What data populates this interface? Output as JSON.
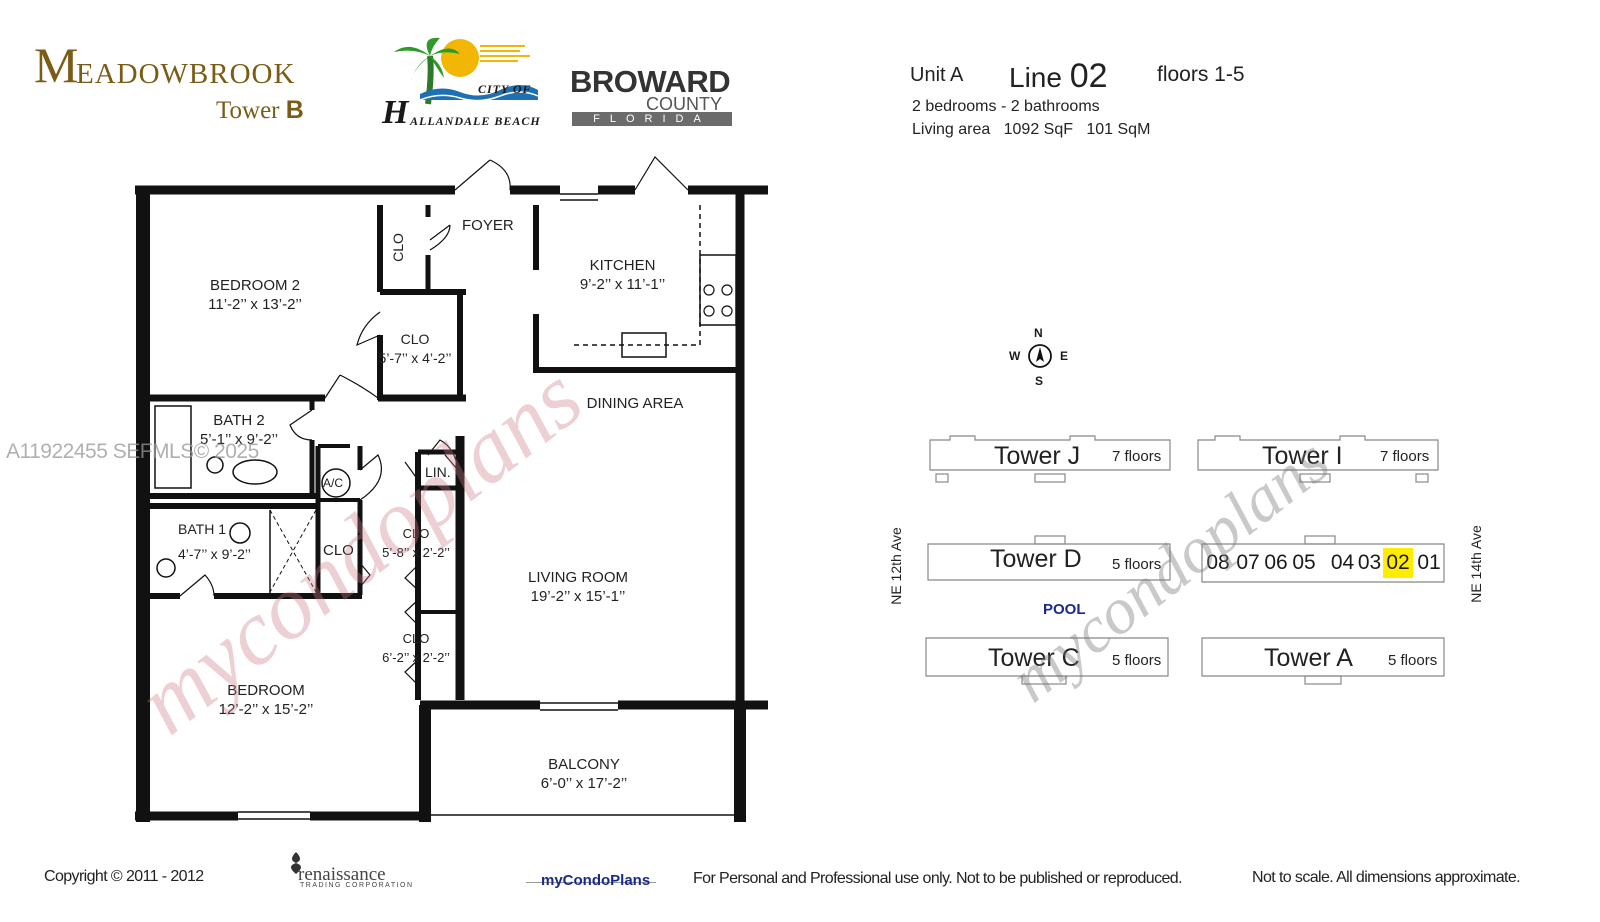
{
  "header": {
    "brand_initial": "M",
    "brand_rest": "EADOWBROOK",
    "brand_tower_word": "Tower",
    "brand_tower_letter": "B",
    "city_of": "CITY OF",
    "city_initial": "H",
    "city_rest": "ALLANDALE BEACH",
    "county_line1": "BROWARD",
    "county_line2": "COUNTY",
    "county_line3": "FLORIDA"
  },
  "unit": {
    "unit_label": "Unit A",
    "line_label": "Line",
    "line_number": "02",
    "floors": "floors 1-5",
    "bedrooms": "2 bedrooms - 2 bathrooms",
    "living_label": "Living area",
    "sqft": "1092 SqF",
    "sqm": "101 SqM"
  },
  "rooms": {
    "foyer": "FOYER",
    "clo_vertical": "CLO",
    "kitchen": "KITCHEN",
    "kitchen_dim": "9’-2’’ x 11’-1’’",
    "bedroom2": "BEDROOM 2",
    "bedroom2_dim": "11’-2’’ x 13’-2’’",
    "clo1": "CLO",
    "clo1_dim": "5’-7’’ x 4’-2’’",
    "dining": "DINING AREA",
    "bath2": "BATH 2",
    "bath2_dim": "5’-1’’ x 9’-2’’",
    "ac": "A/C",
    "lin": "LIN.",
    "bath1": "BATH 1",
    "bath1_dim": "4’-7’’ x 9’-2’’",
    "clo_small": "CLO",
    "clo2": "CLO",
    "clo2_dim": "5’-8’’ x 2’-2’’",
    "living": "LIVING ROOM",
    "living_dim": "19’-2’’ x 15’-1’’",
    "clo3": "CLO",
    "clo3_dim": "6’-2’’ x 2’-2’’",
    "bedroom": "BEDROOM",
    "bedroom_dim": "12’-2’’ x 15’-2’’",
    "balcony": "BALCONY",
    "balcony_dim": "6’-0’’ x 17’-2’’"
  },
  "compass": {
    "n": "N",
    "s": "S",
    "e": "E",
    "w": "W"
  },
  "site": {
    "tower_j": "Tower  J",
    "tower_j_floors": "7 floors",
    "tower_i": "Tower  I",
    "tower_i_floors": "7 floors",
    "tower_d": "Tower  D",
    "tower_d_floors": "5 floors",
    "tower_c": "Tower  C",
    "tower_c_floors": "5 floors",
    "tower_a": "Tower  A",
    "tower_a_floors": "5 floors",
    "pool": "POOL",
    "street_left": "NE 12th Ave",
    "street_right": "NE 14th Ave",
    "units": [
      "08",
      "07",
      "06",
      "05",
      "04",
      "03",
      "02",
      "01"
    ],
    "highlight_unit": "02",
    "highlight_color": "#ffec00"
  },
  "watermarks": {
    "mls": "A11922455  SEFMLS© 2025",
    "plan_big": "mycondoplans",
    "plan_small": "mycondoplans"
  },
  "footer": {
    "copyright": "Copyright © 2011 - 2012",
    "renaissance": "renaissance",
    "renaissance_sub": "TRADING CORPORATION",
    "mycondo": "myCondoPlans",
    "usage": "For Personal and Professional use only.  Not to be published or reproduced.",
    "scale": "Not to scale.  All dimensions approximate."
  },
  "colors": {
    "brand": "#7a5c16",
    "wall": "#111111",
    "accent_blue": "#1a2a8a"
  }
}
